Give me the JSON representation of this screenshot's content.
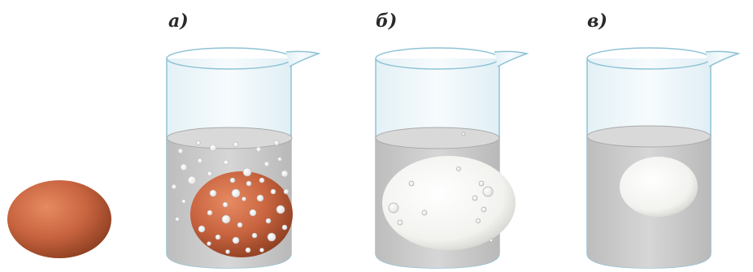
{
  "labels": {
    "a": "а)",
    "b": "б)",
    "c": "в)"
  },
  "colors": {
    "glass_outline": "#8fc3d6",
    "glass_fill": "#eef7fa",
    "liquid": "#cfcfcf",
    "liquid_surface": "#dcdcdc",
    "egg_brown": "#c8643f",
    "egg_white": "#f7f7f5",
    "bubble": "#ffffff"
  }
}
